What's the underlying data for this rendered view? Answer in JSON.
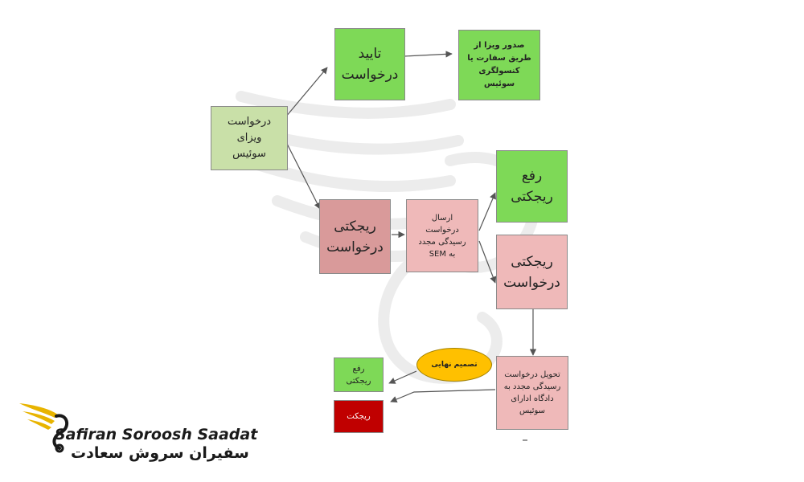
{
  "nodes": {
    "request": "درخواست\nویزای\nسوئیس",
    "approve": "تایید\nدرخواست",
    "issue": "صدور ویزا از\nطریق سفارت یا\nکنسولگری\nسوئیس",
    "reject": "ریجکتی\nدرخواست",
    "resend": "ارسال\nدرخواست\nرسیدگی مجدد\nبه SEM",
    "resolved": "رفع\nریجکتی",
    "reject2": "ریجکتی\nدرخواست",
    "court": "تحویل درخواست\nرسیدگی مجدد به\nدادگاه ادارای\nسوئیس",
    "decision": "تصمیم نهایی",
    "final_resolved": "رفع\nریجکتی",
    "final_reject": "ریجکت"
  },
  "logo": {
    "latin": "Safiran Soroosh Saadat",
    "persian": "سفیران سروش سعادت"
  },
  "colors": {
    "green": "#7ed957",
    "light_green": "#c9e0a8",
    "pink": "#d99a9a",
    "light_pink": "#efb9b9",
    "red": "#c00000",
    "yellow": "#ffc000",
    "logo_gold": "#e8b400"
  }
}
